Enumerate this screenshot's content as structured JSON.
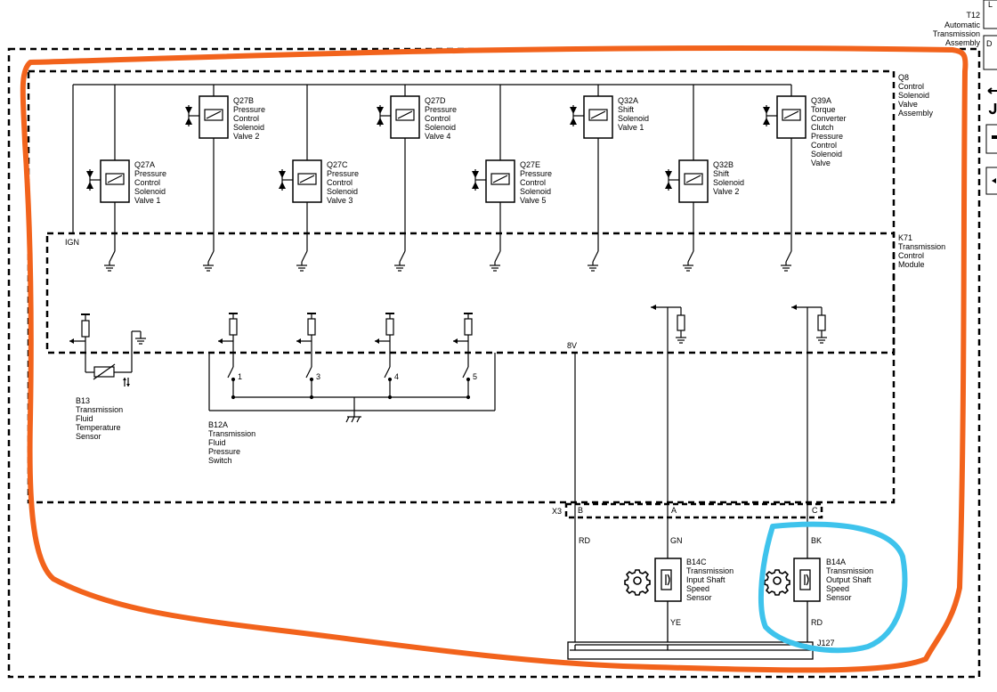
{
  "title_block": {
    "id": "T12",
    "lines": [
      "Automatic",
      "Transmission",
      "Assembly"
    ]
  },
  "valve_assembly": {
    "id": "Q8",
    "lines": [
      "Control",
      "Solenoid",
      "Valve",
      "Assembly"
    ]
  },
  "module": {
    "id": "K71",
    "lines": [
      "Transmission",
      "Control",
      "Module"
    ]
  },
  "ign_label": "IGN",
  "solenoids": [
    {
      "id": "Q27A",
      "lines": [
        "Pressure",
        "Control",
        "Solenoid",
        "Valve 1"
      ]
    },
    {
      "id": "Q27B",
      "lines": [
        "Pressure",
        "Control",
        "Solenoid",
        "Valve 2"
      ]
    },
    {
      "id": "Q27C",
      "lines": [
        "Pressure",
        "Control",
        "Solenoid",
        "Valve 3"
      ]
    },
    {
      "id": "Q27D",
      "lines": [
        "Pressure",
        "Control",
        "Solenoid",
        "Valve 4"
      ]
    },
    {
      "id": "Q27E",
      "lines": [
        "Pressure",
        "Control",
        "Solenoid",
        "Valve 5"
      ]
    },
    {
      "id": "Q32A",
      "lines": [
        "Shift",
        "Solenoid",
        "Valve 1"
      ]
    },
    {
      "id": "Q32B",
      "lines": [
        "Shift",
        "Solenoid",
        "Valve 2"
      ]
    },
    {
      "id": "Q39A",
      "lines": [
        "Torque",
        "Converter",
        "Clutch",
        "Pressure",
        "Control",
        "Solenoid",
        "Valve"
      ]
    }
  ],
  "temp_sensor": {
    "id": "B13",
    "lines": [
      "Transmission",
      "Fluid",
      "Temperature",
      "Sensor"
    ]
  },
  "pressure_switch": {
    "id": "B12A",
    "lines": [
      "Transmission",
      "Fluid",
      "Pressure",
      "Switch"
    ],
    "contacts": [
      "1",
      "3",
      "4",
      "5"
    ]
  },
  "voltage_label": "8V",
  "connector": {
    "id": "X3",
    "pins": [
      "B",
      "A",
      "C"
    ]
  },
  "wires": {
    "b": "RD",
    "a": "GN",
    "c": "BK",
    "ye": "YE",
    "rd2": "RD"
  },
  "input_sensor": {
    "id": "B14C",
    "lines": [
      "Transmission",
      "Input Shaft",
      "Speed",
      "Sensor"
    ]
  },
  "output_sensor": {
    "id": "B14A",
    "lines": [
      "Transmission",
      "Output Shaft",
      "Speed",
      "Sensor"
    ]
  },
  "splice": "J127",
  "edge_tabs": [
    "L",
    "D"
  ],
  "annotation_colors": {
    "orange": "#f2631c",
    "blue": "#3ec3ec"
  }
}
